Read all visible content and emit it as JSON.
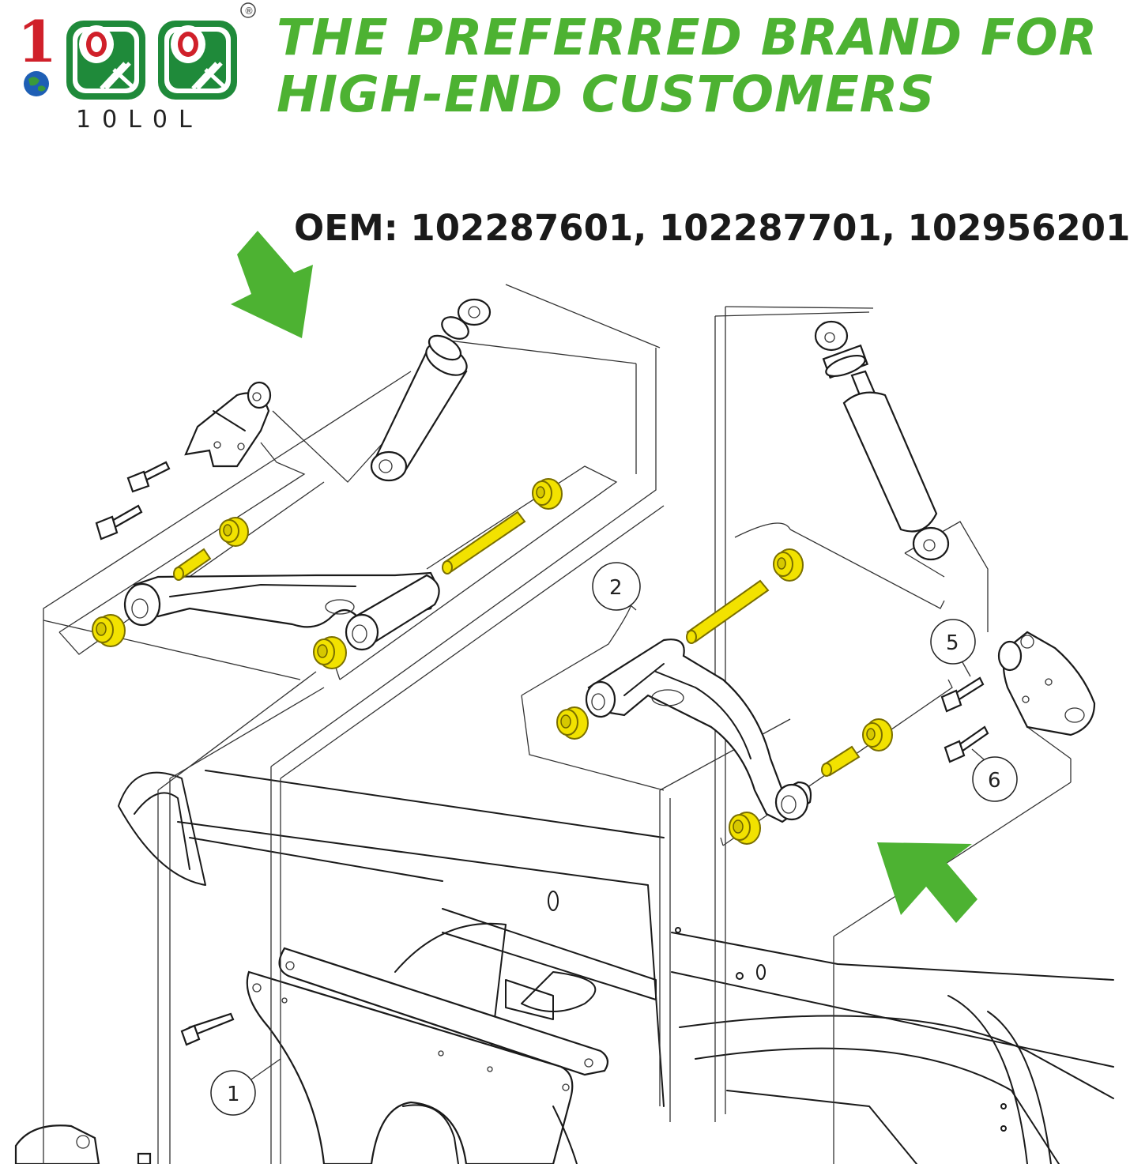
{
  "brand": {
    "logo_text": "10L0L",
    "registered_mark": "®"
  },
  "headline": {
    "line1": "THE PREFERRED BRAND FOR",
    "line2": "HIGH-END CUSTOMERS"
  },
  "oem_line": "OEM: 102287601, 102287701, 102956201",
  "callouts": {
    "c1": "1",
    "c2": "2",
    "c5": "5",
    "c6": "6"
  },
  "colors": {
    "accent_green": "#4db232",
    "highlight_yellow": "#f2e200"
  }
}
